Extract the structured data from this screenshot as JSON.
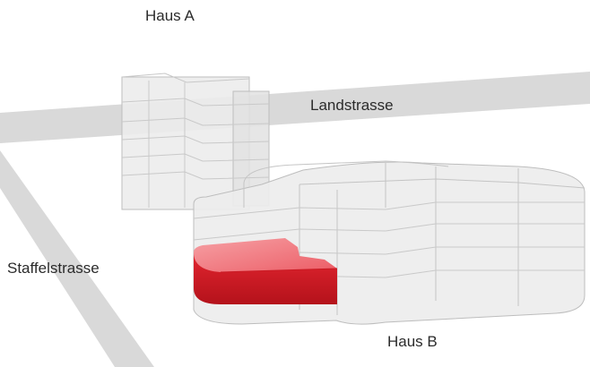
{
  "labels": {
    "haus_a": "Haus A",
    "landstrasse": "Landstrasse",
    "staffelstrasse": "Staffelstrasse",
    "haus_b": "Haus B"
  },
  "colors": {
    "street": "#d9d9d9",
    "building_fill": "#ebebeb",
    "building_edge": "#b9b9b9",
    "highlight": "#d7202b",
    "highlight_top": "#ef6f76"
  }
}
